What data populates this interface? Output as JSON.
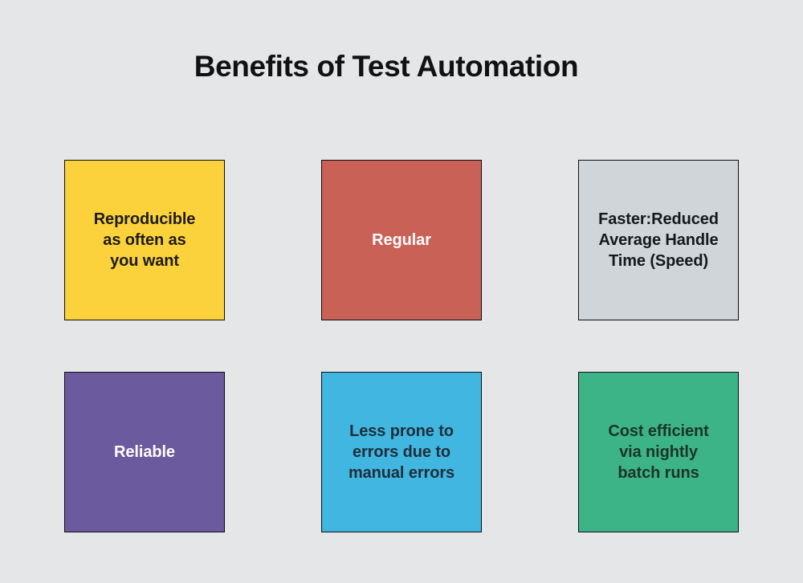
{
  "page": {
    "title": "Benefits of Test Automation",
    "title_color": "#101113",
    "background": "#e5e6e8",
    "box_border_color": "#0e0f11"
  },
  "boxes": [
    {
      "label": "Reproducible\nas often as\nyou want",
      "fill": "#fcd23c",
      "text_color": "#1b1b1b"
    },
    {
      "label": "Regular",
      "fill": "#c96156",
      "text_color": "#fdfdfe"
    },
    {
      "label": "Faster:Reduced\nAverage Handle\nTime (Speed)",
      "fill": "#d0d5d9",
      "text_color": "#15181c"
    },
    {
      "label": "Reliable",
      "fill": "#6c5a9e",
      "text_color": "#fdfdfe"
    },
    {
      "label": "Less prone to\nerrors due to\nmanual errors",
      "fill": "#41b6e1",
      "text_color": "#1e2f3a"
    },
    {
      "label": "Cost efficient\nvia nightly\nbatch runs",
      "fill": "#3cb488",
      "text_color": "#1d332a"
    }
  ]
}
